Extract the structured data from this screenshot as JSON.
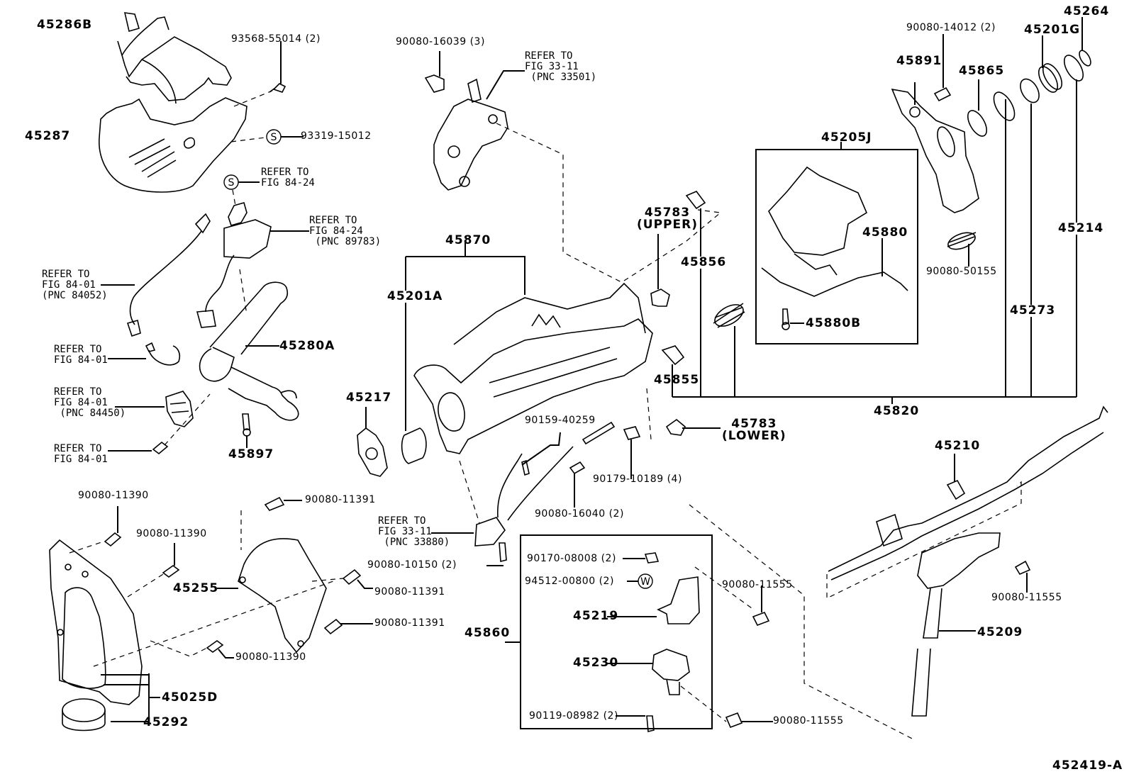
{
  "diagram": {
    "title": "Steering Column Parts Diagram",
    "figure_code": "452419-A",
    "symbols": {
      "S": "S",
      "W": "W"
    },
    "labels": {
      "p45286B": "45286B",
      "p45287": "45287",
      "p93568": "93568-55014 (2)",
      "p93319": "93319-15012",
      "ref_84_24_a": "REFER TO\nFIG 84-24",
      "ref_84_24_b": "REFER TO\nFIG 84-24\n (PNC 89783)",
      "ref_84_01_a": "REFER TO\nFIG 84-01\n(PNC 84052)",
      "ref_84_01_b": "REFER TO\nFIG 84-01",
      "ref_84_01_c": "REFER TO\nFIG 84-01\n (PNC 84450)",
      "ref_84_01_d": "REFER TO\nFIG 84-01",
      "p45280A": "45280A",
      "p45897": "45897",
      "p90080_16039": "90080-16039 (3)",
      "ref_33_11_a": "REFER TO\nFIG 33-11\n (PNC 33501)",
      "p45870": "45870",
      "p45201A": "45201A",
      "p45217": "45217",
      "p45783_upper": "45783\n(UPPER)",
      "p45856": "45856",
      "p45855": "45855",
      "p45783_lower": "45783\n(LOWER)",
      "p90159": "90159-40259",
      "p90179": "90179-10189 (4)",
      "p90080_16040": "90080-16040 (2)",
      "ref_33_11_b": "REFER TO\nFIG 33-11\n (PNC 33880)",
      "p90080_10150": "90080-10150 (2)",
      "p90080_11390_a": "90080-11390",
      "p90080_11390_b": "90080-11390",
      "p90080_11390_c": "90080-11390",
      "p90080_11391_a": "90080-11391",
      "p90080_11391_b": "90080-11391",
      "p90080_11391_c": "90080-11391",
      "p45255": "45255",
      "p45025D": "45025D",
      "p45292": "45292",
      "p45860": "45860",
      "p90170": "90170-08008 (2)",
      "p94512": "94512-00800 (2)",
      "p45219": "45219",
      "p45230": "45230",
      "p90119": "90119-08982 (2)",
      "p90080_11555_a": "90080-11555",
      "p90080_11555_b": "90080-11555",
      "p90080_11555_c": "90080-11555",
      "p45205J": "45205J",
      "p45880": "45880",
      "p45880B": "45880B",
      "p90080_14012": "90080-14012 (2)",
      "p45891": "45891",
      "p45865": "45865",
      "p45201G": "45201G",
      "p45264": "45264",
      "p45214": "45214",
      "p90080_50155": "90080-50155",
      "p45273": "45273",
      "p45820": "45820",
      "p45210": "45210",
      "p45209": "45209"
    }
  }
}
